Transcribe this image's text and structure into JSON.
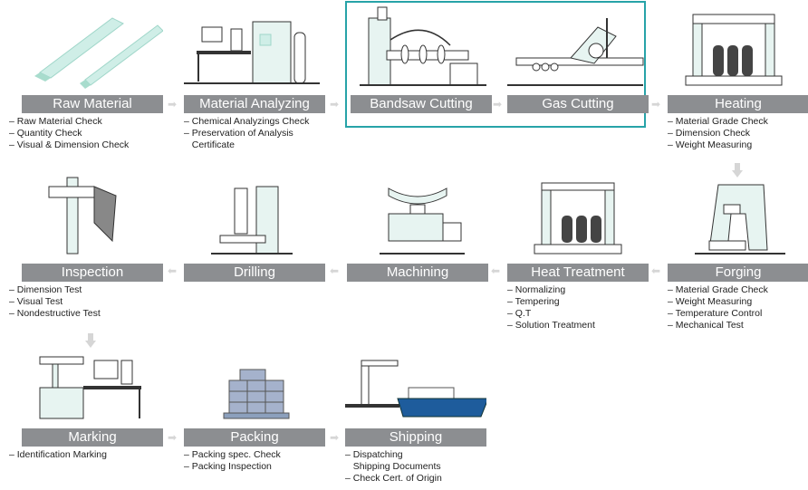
{
  "process_flow": {
    "steps": [
      {
        "label": "Raw Material",
        "details": [
          "– Raw Material Check",
          "– Quantity Check",
          "– Visual & Dimension Check"
        ]
      },
      {
        "label": "Material Analyzing",
        "details": [
          "– Chemical Analyzings Check",
          "– Preservation of Analysis",
          "   Certificate"
        ]
      },
      {
        "label": "Bandsaw Cutting",
        "details": []
      },
      {
        "label": "Gas Cutting",
        "details": []
      },
      {
        "label": "Heating",
        "details": [
          "– Material Grade Check",
          "– Dimension Check",
          "– Weight Measuring"
        ]
      },
      {
        "label": "Inspection",
        "details": [
          "– Dimension Test",
          "– Visual Test",
          "– Nondestructive Test"
        ]
      },
      {
        "label": "Drilling",
        "details": []
      },
      {
        "label": "Machining",
        "details": []
      },
      {
        "label": "Heat Treatment",
        "details": [
          "– Normalizing",
          "– Tempering",
          "– Q.T",
          "– Solution Treatment"
        ]
      },
      {
        "label": "Forging",
        "details": [
          "– Material Grade Check",
          "– Weight Measuring",
          "– Temperature Control",
          "– Mechanical Test"
        ]
      },
      {
        "label": "Marking",
        "details": [
          "– Identification Marking"
        ]
      },
      {
        "label": "Packing",
        "details": [
          "– Packing spec. Check",
          "– Packing Inspection"
        ]
      },
      {
        "label": "Shipping",
        "details": [
          "– Dispatching",
          "   Shipping Documents",
          "– Check Cert. of Origin"
        ]
      }
    ],
    "colors": {
      "label_bg": "#8c8e91",
      "highlight_border": "#27a3a8",
      "arrow": "#d6d6d6",
      "teal": "#bfe3dc"
    }
  }
}
